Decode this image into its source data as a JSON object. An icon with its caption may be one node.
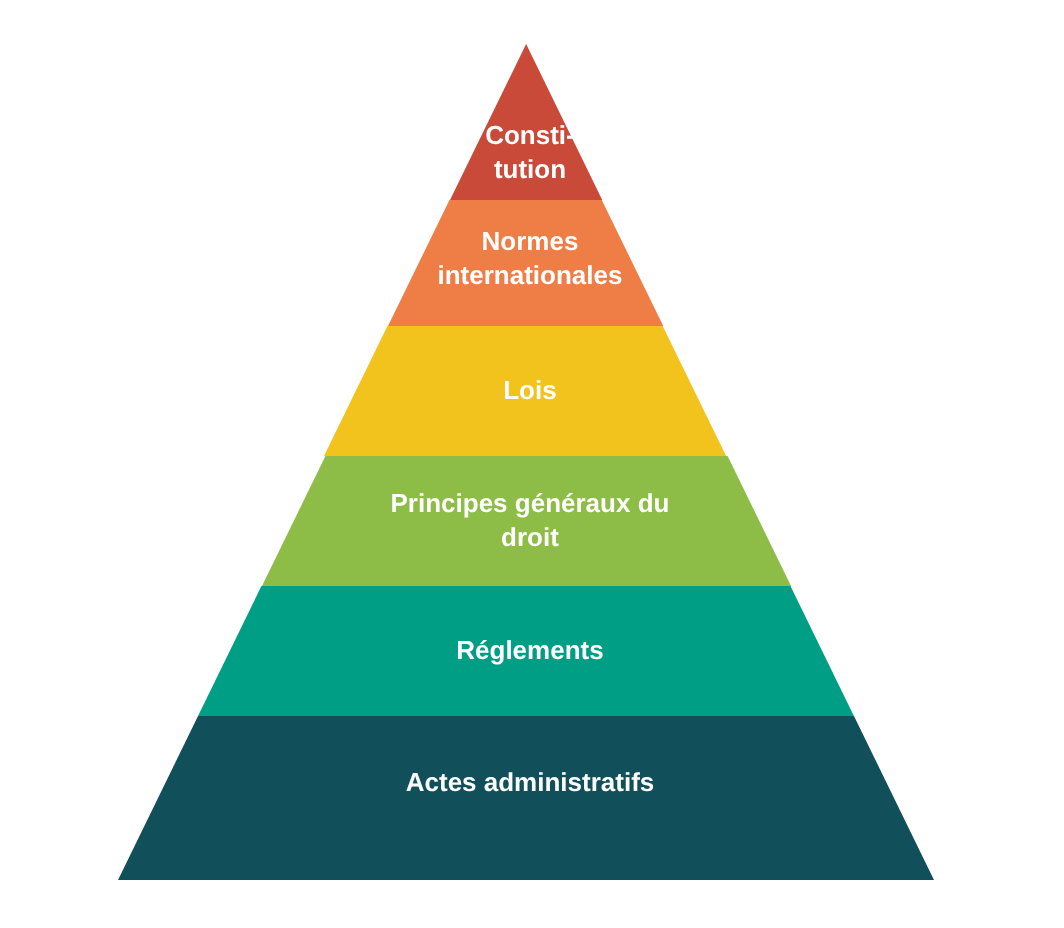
{
  "diagram": {
    "nodes": [
      {
        "text": [
          "Consti-tution"
        ]
      },
      {
        "text": [
          "Normes internationales"
        ]
      },
      {
        "text": [
          "Lois"
        ]
      },
      {
        "text": [
          "Principes généraux du droit"
        ]
      },
      {
        "text": [
          "Réglements"
        ]
      },
      {
        "text": [
          "Actes administratifs"
        ]
      }
    ]
  }
}
